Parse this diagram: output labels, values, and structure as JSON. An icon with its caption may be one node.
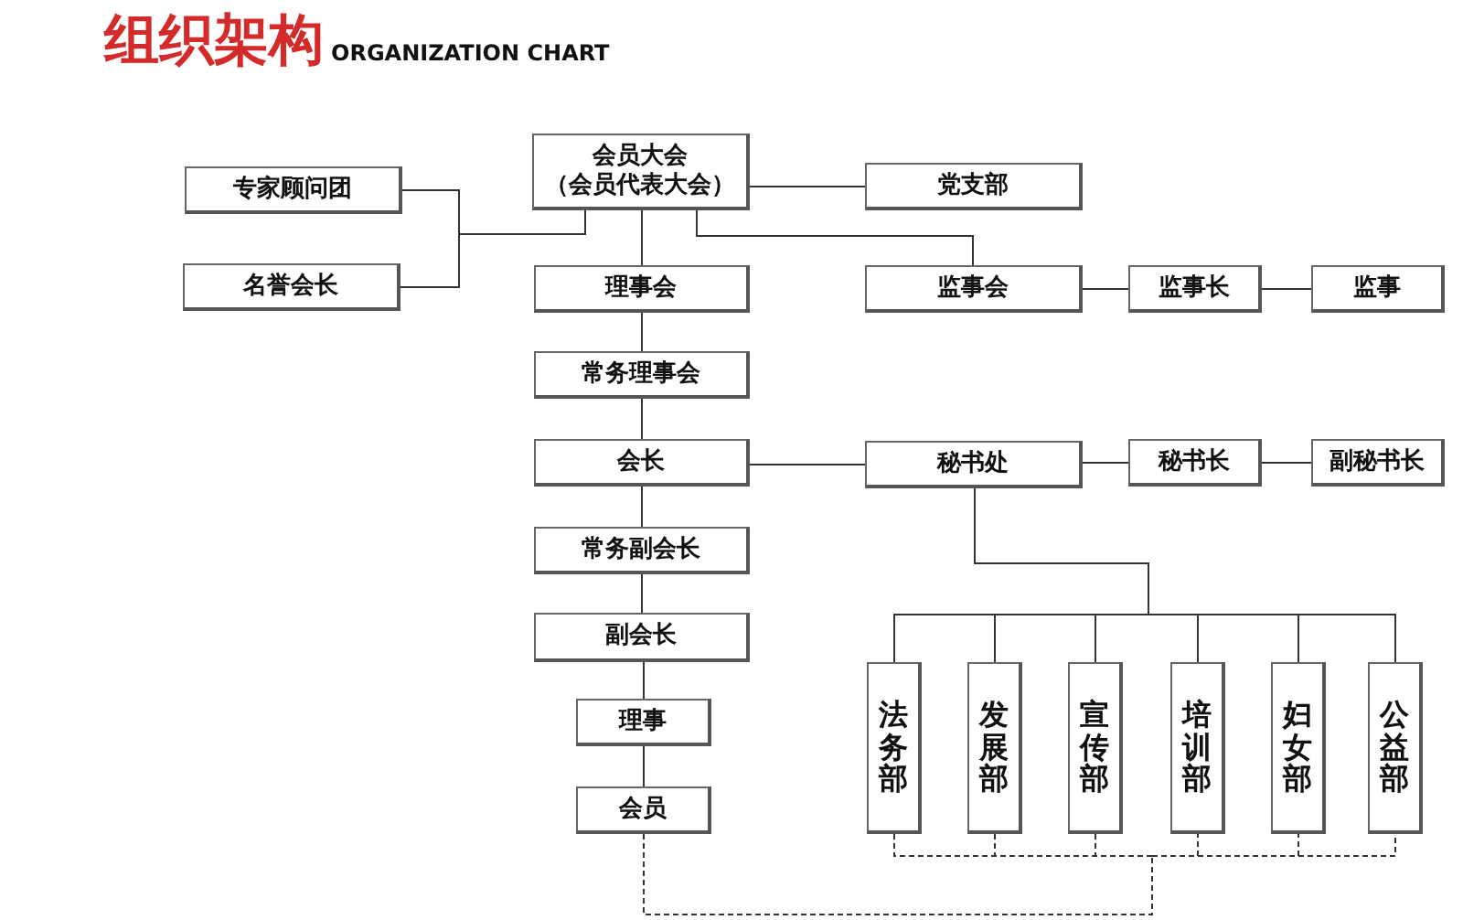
{
  "diagram": {
    "title": "组织架构",
    "nodes": [
      {
        "text": [
          "会员大会",
          "（会员代表大会）"
        ]
      },
      {
        "text": [
          "专家顾问团"
        ]
      },
      {
        "text": [
          "名誉会长"
        ]
      },
      {
        "text": [
          "党支部"
        ]
      },
      {
        "text": [
          "理事会"
        ]
      },
      {
        "text": [
          "监事会"
        ]
      },
      {
        "text": [
          "监事长"
        ]
      },
      {
        "text": [
          "监事"
        ]
      },
      {
        "text": [
          "常务理事会"
        ]
      },
      {
        "text": [
          "会长"
        ]
      },
      {
        "text": [
          "秘书处"
        ]
      },
      {
        "text": [
          "秘书长"
        ]
      },
      {
        "text": [
          "副秘书长"
        ]
      },
      {
        "text": [
          "常务副会长"
        ]
      },
      {
        "text": [
          "副会长"
        ]
      },
      {
        "text": [
          "理事"
        ]
      },
      {
        "text": [
          "会员"
        ]
      },
      {
        "text": [
          "法务部"
        ]
      },
      {
        "text": [
          "发展部"
        ]
      },
      {
        "text": [
          "宣传部"
        ]
      },
      {
        "text": [
          "培训部"
        ]
      },
      {
        "text": [
          "妇女部"
        ]
      },
      {
        "text": [
          "公益部"
        ]
      }
    ],
    "edges": [
      {
        "from": 0,
        "to": 1,
        "arrow": "none"
      },
      {
        "from": 0,
        "to": 2,
        "arrow": "none"
      },
      {
        "from": 0,
        "to": 3,
        "arrow": "none"
      },
      {
        "from": 0,
        "to": 4,
        "arrow": "none"
      },
      {
        "from": 0,
        "to": 5,
        "arrow": "none"
      },
      {
        "from": 5,
        "to": 6,
        "arrow": "none"
      },
      {
        "from": 6,
        "to": 7,
        "arrow": "none"
      },
      {
        "from": 4,
        "to": 8,
        "arrow": "none"
      },
      {
        "from": 8,
        "to": 9,
        "arrow": "none"
      },
      {
        "from": 9,
        "to": 10,
        "arrow": "none"
      },
      {
        "from": 10,
        "to": 11,
        "arrow": "none"
      },
      {
        "from": 11,
        "to": 12,
        "arrow": "none"
      },
      {
        "from": 9,
        "to": 13,
        "arrow": "none"
      },
      {
        "from": 13,
        "to": 14,
        "arrow": "none"
      },
      {
        "from": 14,
        "to": 15,
        "arrow": "none"
      },
      {
        "from": 15,
        "to": 16,
        "arrow": "none"
      },
      {
        "from": 10,
        "to": 17,
        "arrow": "none"
      },
      {
        "from": 10,
        "to": 18,
        "arrow": "none"
      },
      {
        "from": 10,
        "to": 19,
        "arrow": "none"
      },
      {
        "from": 10,
        "to": 20,
        "arrow": "none"
      },
      {
        "from": 10,
        "to": 21,
        "arrow": "none"
      },
      {
        "from": 10,
        "to": 22,
        "arrow": "none"
      },
      {
        "from": 16,
        "to": 17,
        "arrow": "none",
        "style": "dashed"
      },
      {
        "from": 16,
        "to": 18,
        "arrow": "none",
        "style": "dashed"
      },
      {
        "from": 16,
        "to": 19,
        "arrow": "none",
        "style": "dashed"
      },
      {
        "from": 16,
        "to": 20,
        "arrow": "none",
        "style": "dashed"
      },
      {
        "from": 16,
        "to": 21,
        "arrow": "none",
        "style": "dashed"
      },
      {
        "from": 16,
        "to": 22,
        "arrow": "none",
        "style": "dashed"
      }
    ],
    "labels": [
      "ORGANIZATION CHART"
    ]
  }
}
